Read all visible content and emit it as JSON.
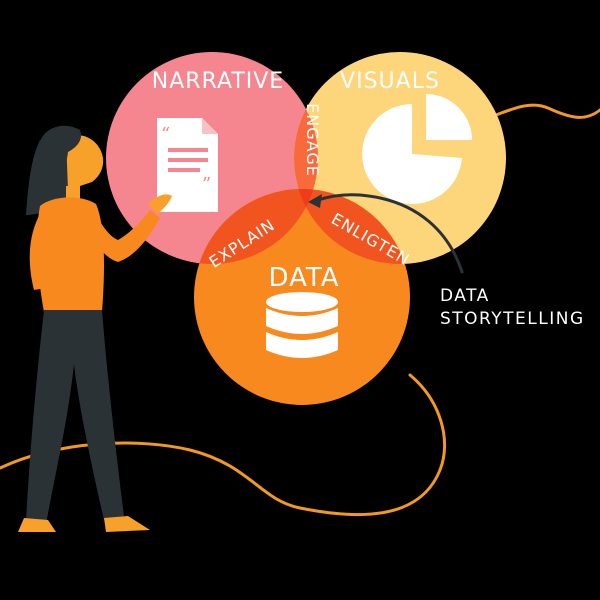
{
  "diagram": {
    "sets": {
      "narrative": "NARRATIVE",
      "visuals": "VISUALS",
      "data": "DATA"
    },
    "overlaps": {
      "narrative_visuals": "ENGAGE",
      "narrative_data": "EXPLAIN",
      "visuals_data": "ENLIGTEN"
    },
    "annotation": {
      "line1": "DATA",
      "line2": "STORYTELLING"
    },
    "colors": {
      "narrative": "#f5868f",
      "visuals": "#fdd57a",
      "data": "#f7891f",
      "engage": "#f8693c",
      "explain_enlighten": "#f2541f",
      "center": "#ef3d19",
      "line": "#f39a1e",
      "figure_shirt": "#f7891f",
      "figure_pants": "#2b3236",
      "hair": "#2b3236",
      "skin": "#f8a12a"
    },
    "icons": [
      "document-icon",
      "pie-chart-icon",
      "database-icon"
    ]
  }
}
